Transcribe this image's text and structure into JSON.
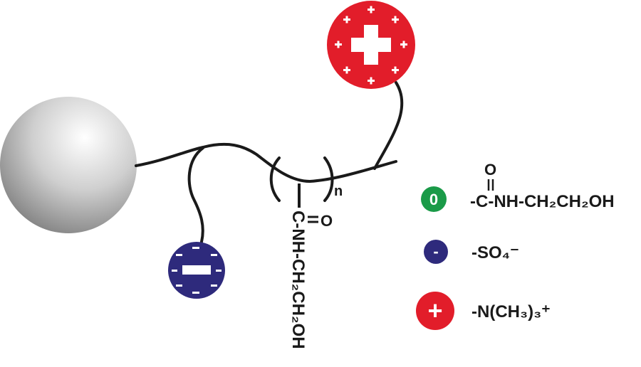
{
  "diagram": {
    "repeat_subscript": "n",
    "side_chain": {
      "carbonyl_oxygen": "O",
      "amide_text": "C-NH-CH₂CH₂OH"
    },
    "legend": [
      {
        "symbol": "0",
        "color": "#1a9a48",
        "formula_top": "O",
        "formula": "-C-NH-CH₂CH₂OH"
      },
      {
        "symbol": "-",
        "color": "#2e2a7c",
        "formula": "-SO₄⁻"
      },
      {
        "symbol": "+",
        "color": "#e21d2a",
        "formula": "-N(CH₃)₃⁺"
      }
    ],
    "bead_color": "#bdbdbd",
    "anion_color": "#2e2a7c",
    "cation_color": "#e21d2a"
  }
}
